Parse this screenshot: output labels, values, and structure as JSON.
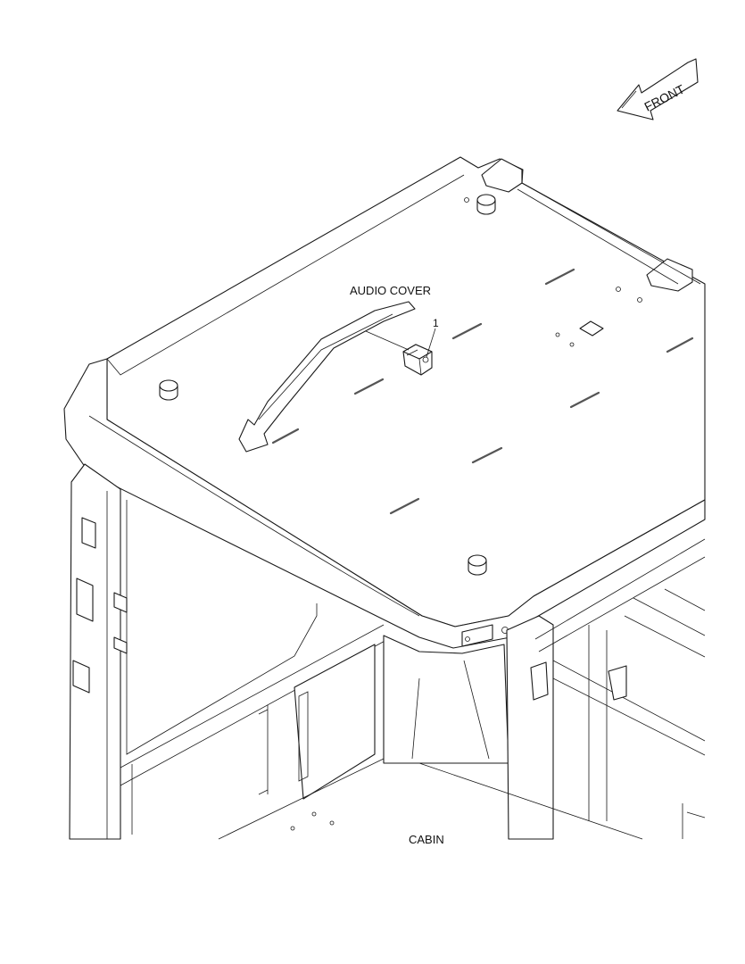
{
  "labels": {
    "front": "FRONT",
    "callout": "AUDIO COVER",
    "part_number": "1",
    "assembly": "CABIN"
  },
  "colors": {
    "line": "#1a1a1a",
    "background": "#ffffff"
  }
}
